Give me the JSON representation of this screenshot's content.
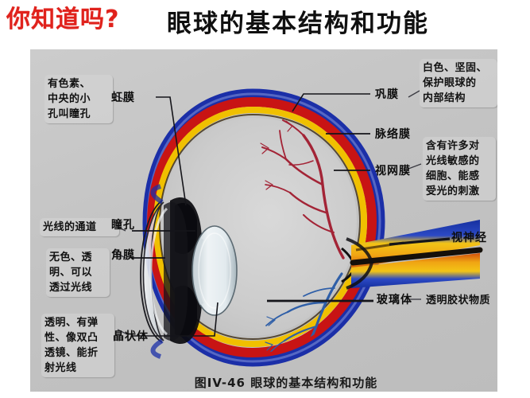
{
  "header": {
    "attention_text": "你知道吗?",
    "title": "眼球的基本结构和功能",
    "attention_color": "#e0221c",
    "title_color": "#101010"
  },
  "figure": {
    "caption": "图IV-46   眼球的基本结构和功能",
    "background_color": "#c6c6c6"
  },
  "labels": {
    "iris": {
      "term": "虹膜",
      "description": "有色素、\n中央的小\n孔叫瞳孔"
    },
    "pupil": {
      "term": "瞳孔",
      "description": "光线的通道"
    },
    "cornea": {
      "term": "角膜",
      "description": "无色、透\n明、可以\n透过光线"
    },
    "lens": {
      "term": "晶状体",
      "description": "透明、有弹\n性、像双凸\n透镜、能折\n射光线"
    },
    "sclera": {
      "term": "巩膜",
      "description": "白色、坚固、\n保护眼球的\n内部结构"
    },
    "choroid": {
      "term": "脉络膜",
      "description": ""
    },
    "retina": {
      "term": "视网膜",
      "description": "含有许多对\n光线敏感的\n细胞、能感\n受光的刺激"
    },
    "optic_nerve": {
      "term": "视神经",
      "description": ""
    },
    "vitreous_body": {
      "term": "玻璃体",
      "description": "透明胶状物质"
    }
  },
  "anatomy_colors": {
    "sclera_layer": "#1b2fa8",
    "choroid_layer": "#c81414",
    "retina_layer": "#f0c000",
    "vitreous": "#c9c9c9",
    "lens": "#dfe6ea",
    "iris_dark": "#0b0b0f",
    "artery": "#a32436",
    "vein": "#2f5fa8",
    "optic_nerve_core": "#e8a21a"
  }
}
